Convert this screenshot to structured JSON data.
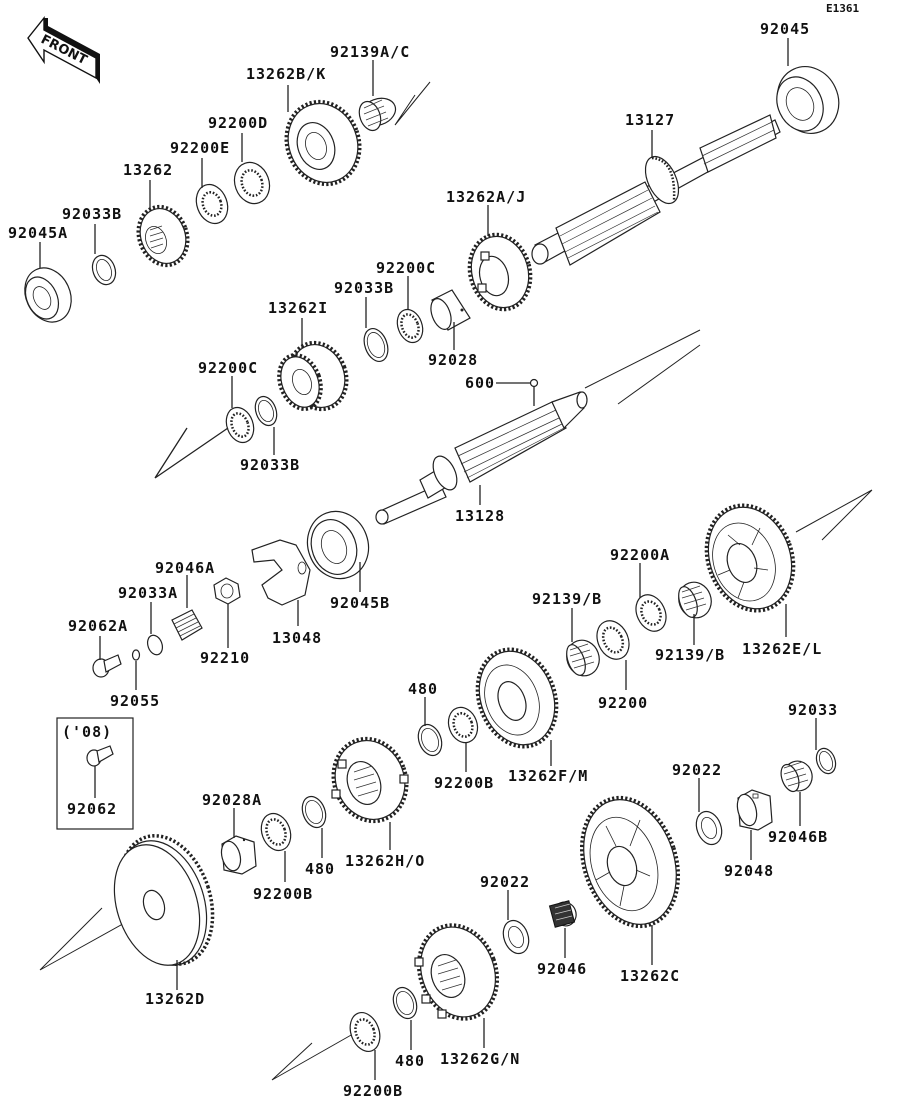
{
  "diagram": {
    "title": "Transmission",
    "ref_code": "E1361",
    "front_arrow_label": "FRONT",
    "variant_box_label": "('08)",
    "parts": [
      {
        "id": "92045",
        "label": "92045",
        "desc": "ball bearing (top right)"
      },
      {
        "id": "13127",
        "label": "13127",
        "desc": "drive shaft"
      },
      {
        "id": "92139A/C",
        "label": "92139A/C",
        "desc": "needle bearing"
      },
      {
        "id": "13262B/K",
        "label": "13262B/K",
        "desc": "gear"
      },
      {
        "id": "92200D",
        "label": "92200D",
        "desc": "washer"
      },
      {
        "id": "92200E",
        "label": "92200E",
        "desc": "washer"
      },
      {
        "id": "13262",
        "label": "13262",
        "desc": "gear"
      },
      {
        "id": "92033B-1",
        "label": "92033B",
        "desc": "circlip"
      },
      {
        "id": "92045A",
        "label": "92045A",
        "desc": "ball bearing"
      },
      {
        "id": "13262A/J",
        "label": "13262A/J",
        "desc": "gear"
      },
      {
        "id": "92200C-1",
        "label": "92200C",
        "desc": "washer"
      },
      {
        "id": "92033B-2",
        "label": "92033B",
        "desc": "circlip"
      },
      {
        "id": "13262I",
        "label": "13262I",
        "desc": "gear"
      },
      {
        "id": "92028",
        "label": "92028",
        "desc": "bushing"
      },
      {
        "id": "600",
        "label": "600",
        "desc": "oil mark"
      },
      {
        "id": "92200C-2",
        "label": "92200C",
        "desc": "washer"
      },
      {
        "id": "92033B-3",
        "label": "92033B",
        "desc": "circlip"
      },
      {
        "id": "13128",
        "label": "13128",
        "desc": "output shaft"
      },
      {
        "id": "92045B",
        "label": "92045B",
        "desc": "ball bearing"
      },
      {
        "id": "13048",
        "label": "13048",
        "desc": "holder"
      },
      {
        "id": "92046A",
        "label": "92046A",
        "desc": "needle bearing"
      },
      {
        "id": "92033A",
        "label": "92033A",
        "desc": "circlip"
      },
      {
        "id": "92210",
        "label": "92210",
        "desc": "nut"
      },
      {
        "id": "92062A",
        "label": "92062A",
        "desc": "bolt"
      },
      {
        "id": "92055",
        "label": "92055",
        "desc": "O-ring"
      },
      {
        "id": "92062",
        "label": "92062",
        "desc": "bolt ('08)"
      },
      {
        "id": "92200A",
        "label": "92200A",
        "desc": "washer"
      },
      {
        "id": "92139/B-1",
        "label": "92139/B",
        "desc": "needle bearing"
      },
      {
        "id": "92139/B-2",
        "label": "92139/B",
        "desc": "needle bearing"
      },
      {
        "id": "92200",
        "label": "92200",
        "desc": "washer"
      },
      {
        "id": "13262E/L",
        "label": "13262E/L",
        "desc": "gear"
      },
      {
        "id": "480-1",
        "label": "480",
        "desc": "circlip"
      },
      {
        "id": "92200B-1",
        "label": "92200B",
        "desc": "washer"
      },
      {
        "id": "13262F/M",
        "label": "13262F/M",
        "desc": "gear"
      },
      {
        "id": "92033",
        "label": "92033",
        "desc": "circlip"
      },
      {
        "id": "92022-1",
        "label": "92022",
        "desc": "washer"
      },
      {
        "id": "92048",
        "label": "92048",
        "desc": "bushing"
      },
      {
        "id": "92046B",
        "label": "92046B",
        "desc": "needle bearing"
      },
      {
        "id": "92028A",
        "label": "92028A",
        "desc": "bushing"
      },
      {
        "id": "92200B-2",
        "label": "92200B",
        "desc": "washer"
      },
      {
        "id": "480-2",
        "label": "480",
        "desc": "circlip"
      },
      {
        "id": "13262H/O",
        "label": "13262H/O",
        "desc": "gear"
      },
      {
        "id": "13262D",
        "label": "13262D",
        "desc": "gear"
      },
      {
        "id": "92022-2",
        "label": "92022",
        "desc": "washer"
      },
      {
        "id": "92046",
        "label": "92046",
        "desc": "needle bearing"
      },
      {
        "id": "13262C",
        "label": "13262C",
        "desc": "gear"
      },
      {
        "id": "92200B-3",
        "label": "92200B",
        "desc": "washer"
      },
      {
        "id": "480-3",
        "label": "480",
        "desc": "circlip"
      },
      {
        "id": "13262G/N",
        "label": "13262G/N",
        "desc": "gear"
      }
    ]
  }
}
